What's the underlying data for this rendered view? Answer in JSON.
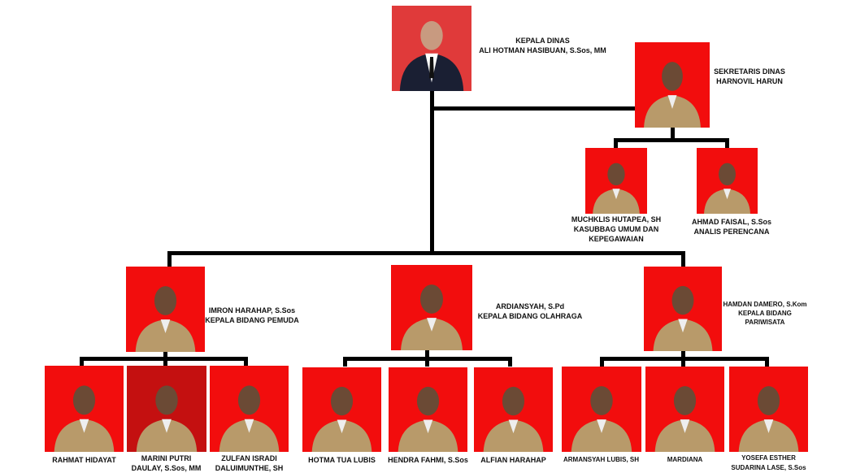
{
  "kepala": {
    "title": "KEPALA DINAS",
    "name": "ALI HOTMAN HASIBUAN, S.Sos, MM"
  },
  "sekretaris": {
    "title": "SEKRETARIS DINAS",
    "name": "HARNOVIL HARUN"
  },
  "muchklis": {
    "name": "MUCHKLIS HUTAPEA, SH",
    "title1": "KASUBBAG UMUM DAN",
    "title2": "KEPEGAWAIAN"
  },
  "ahmad": {
    "name": "AHMAD FAISAL, S.Sos",
    "title": "ANALIS PERENCANA"
  },
  "imron": {
    "name": "IMRON HARAHAP, S.Sos",
    "title": "KEPALA BIDANG PEMUDA"
  },
  "ardiansyah": {
    "name": "ARDIANSYAH, S.Pd",
    "title": "KEPALA BIDANG OLAHRAGA"
  },
  "hamdan": {
    "name": "HAMDAN DAMERO, S.Kom",
    "title1": "KEPALA BIDANG",
    "title2": "PARIWISATA"
  },
  "staff": [
    {
      "l1": "RAHMAT HIDAYAT",
      "l2": ""
    },
    {
      "l1": "MARINI PUTRI",
      "l2": "DAULAY, S.Sos, MM"
    },
    {
      "l1": "ZULFAN ISRADI",
      "l2": "DALUIMUNTHE, SH"
    },
    {
      "l1": "HOTMA TUA LUBIS",
      "l2": ""
    },
    {
      "l1": "HENDRA FAHMI, S.Sos",
      "l2": ""
    },
    {
      "l1": "ALFIAN HARAHAP",
      "l2": ""
    },
    {
      "l1": "ARMANSYAH LUBIS, SH",
      "l2": ""
    },
    {
      "l1": "MARDIANA",
      "l2": ""
    },
    {
      "l1": "YOSEFA ESTHER",
      "l2": "SUDARINA LASE, S.Sos"
    }
  ]
}
